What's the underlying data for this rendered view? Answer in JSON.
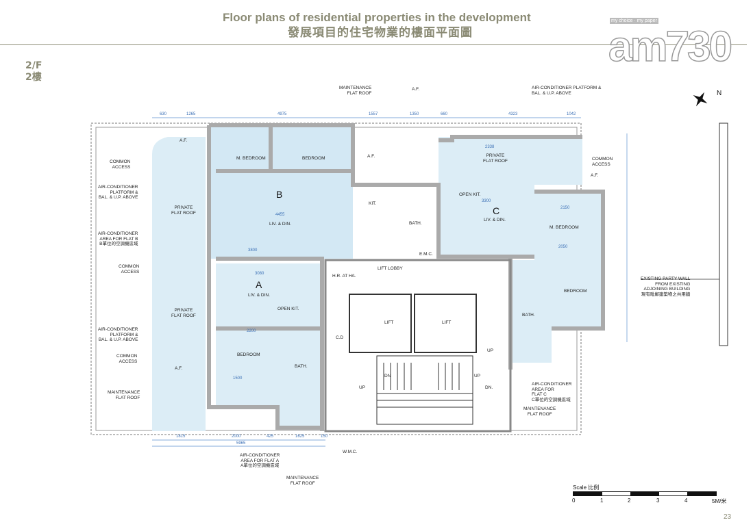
{
  "header": {
    "title_en": "Floor plans of residential properties in the development",
    "title_zh": "發展項目的住宅物業的樓面平面圖",
    "floor": "2/F\n2樓"
  },
  "logo": {
    "tagline": "my choice · my paper",
    "mark": "am730"
  },
  "labels": {
    "maint_top": "MAINTENANCE\nFLAT ROOF",
    "af_top": "A.F.",
    "ac_top": "AIR-CONDITIONER PLATFORM &\nBAL. & U.P. ABOVE",
    "af_b1": "A.F.",
    "common_b1": "COMMON\nACCESS",
    "acp_b": "AIR-CONDITIONER\nPLATFORM &\nBAL. & U.P. ABOVE",
    "pfr_b": "PRIVATE\nFLAT ROOF",
    "aca_b": "AIR-CONDITIONER\nAREA FOR FLAT B\nB單位的空調機區域",
    "common_b2": "COMMON\nACCESS",
    "pfr_a": "PRIVATE\nFLAT ROOF",
    "acp_a": "AIR-CONDITIONER\nPLATFORM &\nBAL. & U.P. ABOVE",
    "common_a": "COMMON\nACCESS",
    "af_a": "A.F.",
    "maint_left": "MAINTENANCE\nFLAT ROOF",
    "b_mbed": "M. BEDROOM",
    "b_bed": "BEDROOM",
    "b_letter": "B",
    "b_liv": "LIV. & DIN.",
    "b_kit": "KIT.",
    "b_bath": "BATH.",
    "af_mid": "A.F.",
    "emc": "E.M.C.",
    "hr": "H.R. AT H/L",
    "lobby": "LIFT LOBBY",
    "a_letter": "A",
    "a_liv": "LIV. & DIN.",
    "a_kit": "OPEN KIT.",
    "cd": "C.D",
    "a_bed": "BEDROOM",
    "a_bath": "BATH.",
    "lift1": "LIFT",
    "lift2": "LIFT",
    "up1": "UP",
    "dn1": "DN",
    "up2": "UP",
    "up3": "UP",
    "dn2": "DN.",
    "wmc": "W.M.C.",
    "aca_a": "AIR-CONDITIONER\nAREA FOR FLAT A\nA單位的空調機區域",
    "maint_bottom": "MAINTENANCE\nFLAT ROOF",
    "pfr_c": "PRIVATE\nFLAT ROOF",
    "common_c": "COMMON\nACCESS",
    "af_c": "A.F.",
    "c_kit": "OPEN KIT.",
    "c_letter": "C",
    "c_liv": "LIV. & DIN.",
    "c_mbed": "M. BEDROOM",
    "c_bed": "BEDROOM",
    "c_bath": "BATH.",
    "party_wall": "EXISTING PARTY WALL\nFROM EXISTING\nADJOINING BUILDING\n現有毗鄰建築物之共用牆",
    "aca_c": "AIR-CONDITIONER\nAREA FOR\nFLAT C\nC單位的空調機區域",
    "maint_right": "MAINTENANCE\nFLAT ROOF",
    "north": "N"
  },
  "dimensions": {
    "top": [
      "630",
      "1265",
      "4975",
      "1557",
      "1350",
      "660",
      "4323",
      "1042"
    ],
    "bottom": [
      "1815",
      "2000",
      "425",
      "1625",
      "150"
    ],
    "bottom_total": "5965",
    "inner": [
      "3800",
      "4455",
      "3080",
      "3300",
      "2338",
      "2150",
      "2050",
      "2200",
      "1500"
    ]
  },
  "scale": {
    "title": "Scale 比例",
    "ticks": [
      "0",
      "1",
      "2",
      "3",
      "4",
      "5M/米"
    ]
  },
  "page_number": "23",
  "colors": {
    "flat_fill": "#d8ebf5",
    "wall": "#c9c9c9",
    "dim": "#3a6fb5",
    "title": "#8a8a74"
  }
}
